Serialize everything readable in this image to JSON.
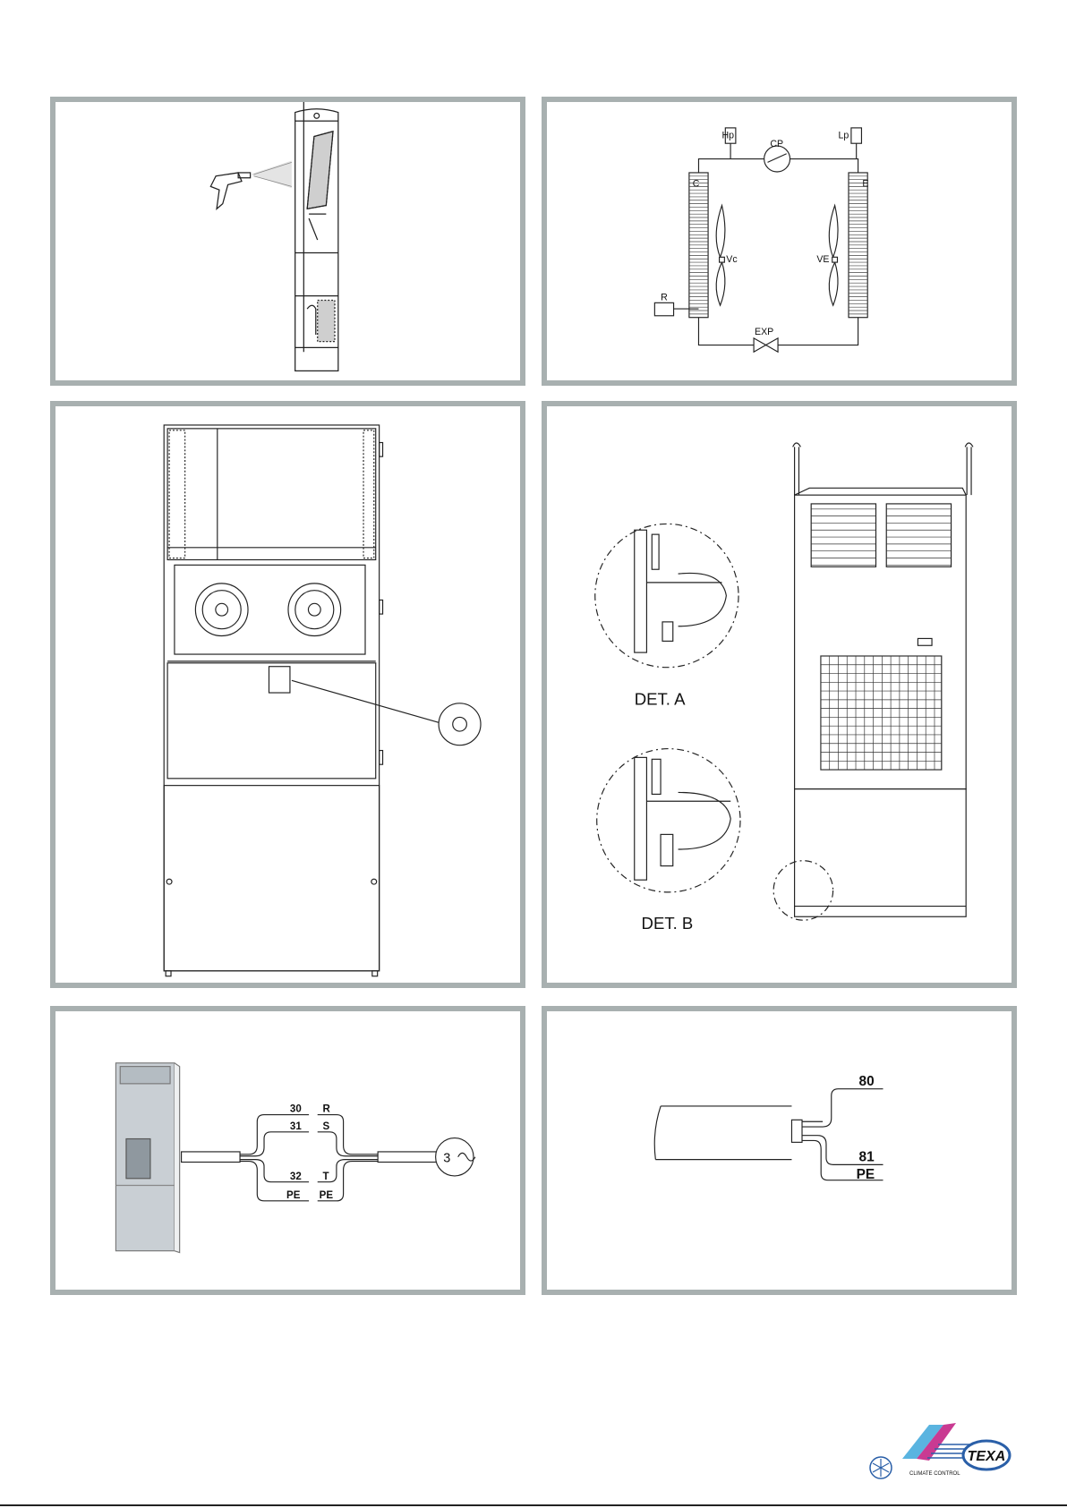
{
  "panel_refrigerant": {
    "hp": "Hp",
    "cp": "CP",
    "lp": "Lp",
    "c": "C",
    "e": "E",
    "vc": "Vc",
    "ve": "VE",
    "r": "R",
    "exp": "EXP"
  },
  "panel_details": {
    "det_a": "DET.   A",
    "det_b": "DET. B"
  },
  "panel_power": {
    "wires_left": [
      "30",
      "31",
      "32",
      "PE"
    ],
    "wires_right": [
      "R",
      "S",
      "T",
      "PE"
    ],
    "phase_label": "3"
  },
  "panel_alarm": {
    "wire_80": "80",
    "wire_81": "81",
    "wire_pe": "PE"
  },
  "logo": {
    "brand": "TEXA",
    "tagline": "CLIMATE CONTROL",
    "colors": {
      "blue": "#2a5fa8",
      "magenta": "#c0177f",
      "cyan": "#5ab4e0"
    }
  }
}
